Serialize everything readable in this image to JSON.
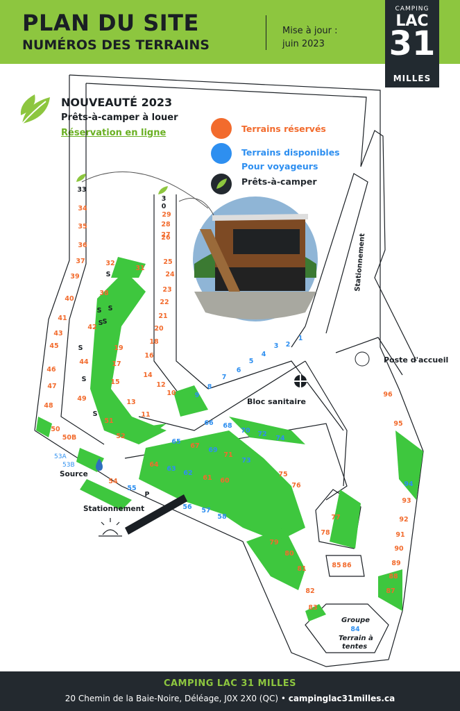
{
  "header": {
    "title": "PLAN DU SITE",
    "subtitle": "NUMÉROS DES TERRAINS",
    "update_line1": "Mise à jour :",
    "update_line2": "juin 2023"
  },
  "logo": {
    "top": "CAMPING",
    "middle": "LAC",
    "number": "31",
    "bottom": "MILLES"
  },
  "news": {
    "title": "NOUVEAUTÉ 2023",
    "subtitle": "Prêts-à-camper à louer",
    "link": "Réservation en ligne"
  },
  "legend": {
    "reserved": "Terrains réservés",
    "available_line1": "Terrains disponibles",
    "available_line2": "Pour voyageurs",
    "ready": "Prêts-à-camper"
  },
  "colors": {
    "green": "#3ec73e",
    "lime": "#8dc63f",
    "orange": "#f26b2d",
    "blue": "#2e8ff0",
    "dark": "#23292f"
  },
  "map_labels": {
    "parking_main": "Stationnement",
    "reception": "Poste d'accueil",
    "sanitary": "Bloc sanitaire",
    "source": "Source",
    "parking_left": "Stationnement",
    "group": "Groupe",
    "tent1": "Terrain à",
    "tent2": "tentes",
    "site_53a": "53A",
    "site_53b": "53B"
  },
  "sites": [
    {
      "n": "33",
      "c": "k"
    },
    {
      "n": "34",
      "c": "o"
    },
    {
      "n": "35",
      "c": "o"
    },
    {
      "n": "36",
      "c": "o"
    },
    {
      "n": "37",
      "c": "o"
    },
    {
      "n": "39",
      "c": "o"
    },
    {
      "n": "40",
      "c": "o"
    },
    {
      "n": "41",
      "c": "o"
    },
    {
      "n": "43",
      "c": "o"
    },
    {
      "n": "45",
      "c": "o"
    },
    {
      "n": "46",
      "c": "o"
    },
    {
      "n": "47",
      "c": "o"
    },
    {
      "n": "48",
      "c": "o"
    },
    {
      "n": "50",
      "c": "o"
    },
    {
      "n": "50B",
      "c": "o"
    },
    {
      "n": "32",
      "c": "o"
    },
    {
      "n": "31",
      "c": "o"
    },
    {
      "n": "38",
      "c": "o"
    },
    {
      "n": "42",
      "c": "o"
    },
    {
      "n": "44",
      "c": "o"
    },
    {
      "n": "49",
      "c": "o"
    },
    {
      "n": "51",
      "c": "o"
    },
    {
      "n": "52",
      "c": "o"
    },
    {
      "n": "19",
      "c": "o"
    },
    {
      "n": "17",
      "c": "o"
    },
    {
      "n": "15",
      "c": "o"
    },
    {
      "n": "13",
      "c": "o"
    },
    {
      "n": "11",
      "c": "o"
    },
    {
      "n": "3",
      "c": "k"
    },
    {
      "n": "0",
      "c": "k"
    },
    {
      "n": "29",
      "c": "o"
    },
    {
      "n": "28",
      "c": "o"
    },
    {
      "n": "27",
      "c": "o"
    },
    {
      "n": "26",
      "c": "o"
    },
    {
      "n": "25",
      "c": "o"
    },
    {
      "n": "24",
      "c": "o"
    },
    {
      "n": "23",
      "c": "o"
    },
    {
      "n": "22",
      "c": "o"
    },
    {
      "n": "21",
      "c": "o"
    },
    {
      "n": "20",
      "c": "o"
    },
    {
      "n": "18",
      "c": "o"
    },
    {
      "n": "16",
      "c": "o"
    },
    {
      "n": "14",
      "c": "o"
    },
    {
      "n": "12",
      "c": "o"
    },
    {
      "n": "10",
      "c": "o"
    },
    {
      "n": "9",
      "c": "b"
    },
    {
      "n": "8",
      "c": "b"
    },
    {
      "n": "7",
      "c": "b"
    },
    {
      "n": "6",
      "c": "b"
    },
    {
      "n": "5",
      "c": "b"
    },
    {
      "n": "4",
      "c": "b"
    },
    {
      "n": "3",
      "c": "b"
    },
    {
      "n": "2",
      "c": "b"
    },
    {
      "n": "1",
      "c": "b"
    },
    {
      "n": "66",
      "c": "b"
    },
    {
      "n": "68",
      "c": "b"
    },
    {
      "n": "70",
      "c": "b"
    },
    {
      "n": "72",
      "c": "b"
    },
    {
      "n": "74",
      "c": "b"
    },
    {
      "n": "65",
      "c": "b"
    },
    {
      "n": "67",
      "c": "o"
    },
    {
      "n": "69",
      "c": "b"
    },
    {
      "n": "71",
      "c": "o"
    },
    {
      "n": "73",
      "c": "b"
    },
    {
      "n": "64",
      "c": "o"
    },
    {
      "n": "63",
      "c": "b"
    },
    {
      "n": "62",
      "c": "b"
    },
    {
      "n": "61",
      "c": "o"
    },
    {
      "n": "60",
      "c": "o"
    },
    {
      "n": "75",
      "c": "o"
    },
    {
      "n": "76",
      "c": "o"
    },
    {
      "n": "54",
      "c": "o"
    },
    {
      "n": "55",
      "c": "b"
    },
    {
      "n": "P",
      "c": "k"
    },
    {
      "n": "56",
      "c": "b"
    },
    {
      "n": "57",
      "c": "b"
    },
    {
      "n": "58",
      "c": "b"
    },
    {
      "n": "77",
      "c": "o"
    },
    {
      "n": "78",
      "c": "o"
    },
    {
      "n": "79",
      "c": "o"
    },
    {
      "n": "80",
      "c": "o"
    },
    {
      "n": "81",
      "c": "o"
    },
    {
      "n": "82",
      "c": "o"
    },
    {
      "n": "83",
      "c": "o"
    },
    {
      "n": "85",
      "c": "o"
    },
    {
      "n": "86",
      "c": "o"
    },
    {
      "n": "96",
      "c": "o"
    },
    {
      "n": "95",
      "c": "o"
    },
    {
      "n": "94",
      "c": "b"
    },
    {
      "n": "93",
      "c": "o"
    },
    {
      "n": "92",
      "c": "o"
    },
    {
      "n": "91",
      "c": "o"
    },
    {
      "n": "90",
      "c": "o"
    },
    {
      "n": "89",
      "c": "o"
    },
    {
      "n": "88",
      "c": "o"
    },
    {
      "n": "87",
      "c": "o"
    },
    {
      "n": "84",
      "c": "b"
    },
    {
      "n": "S",
      "c": "k"
    },
    {
      "n": "S",
      "c": "k"
    },
    {
      "n": "S",
      "c": "k"
    },
    {
      "n": "S",
      "c": "k"
    },
    {
      "n": "S",
      "c": "k"
    },
    {
      "n": "S",
      "c": "k"
    },
    {
      "n": "S",
      "c": "k"
    },
    {
      "n": "S",
      "c": "k"
    }
  ],
  "footer": {
    "name": "CAMPING LAC 31 MILLES",
    "address": "20 Chemin de la Baie-Noire, Déléage, J0X 2X0 (QC) • ",
    "website": "campinglac31milles.ca"
  }
}
